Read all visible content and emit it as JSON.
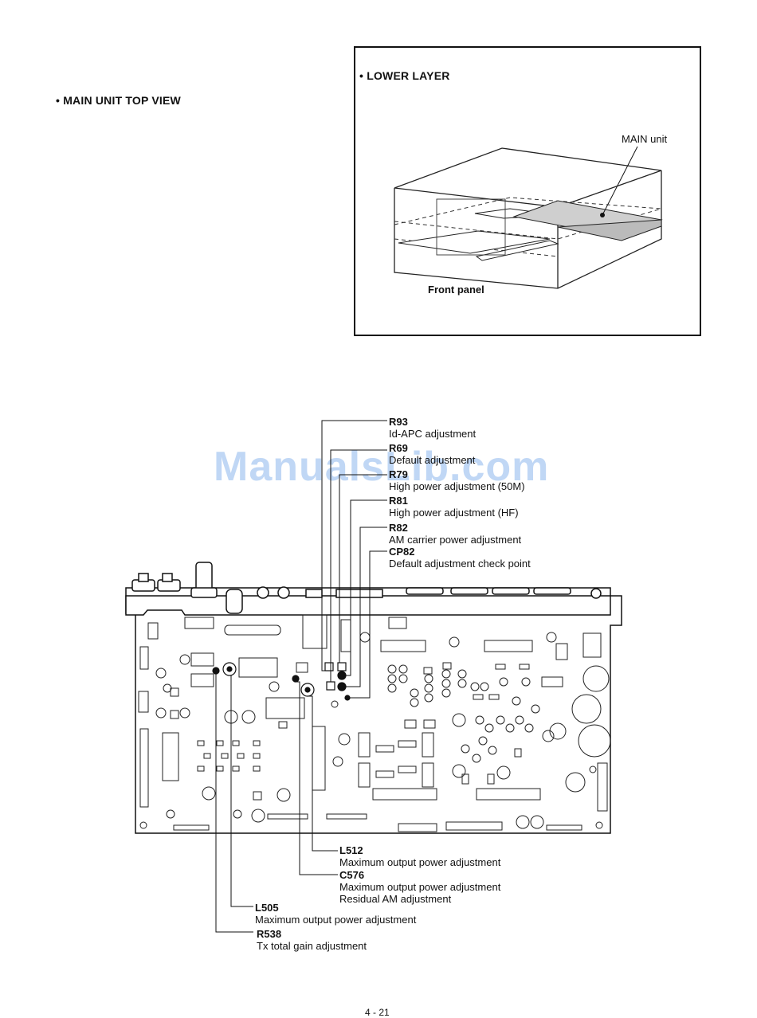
{
  "headings": {
    "main_unit_top_view": "• MAIN UNIT TOP VIEW",
    "lower_layer": "• LOWER LAYER"
  },
  "inset": {
    "main_unit_label": "MAIN unit",
    "front_panel_label": "Front panel"
  },
  "callouts_top": [
    {
      "ref": "R93",
      "desc": "Id-APC adjustment"
    },
    {
      "ref": "R69",
      "desc": "Default adjustment"
    },
    {
      "ref": "R79",
      "desc": "High power adjustment (50M)"
    },
    {
      "ref": "R81",
      "desc": "High power adjustment (HF)"
    },
    {
      "ref": "R82",
      "desc": "AM carrier power adjustment"
    },
    {
      "ref": "CP82",
      "desc": "Default adjustment check point"
    }
  ],
  "callouts_bottom": [
    {
      "ref": "L512",
      "desc": "Maximum output power adjustment"
    },
    {
      "ref": "C576",
      "desc": "Maximum output power adjustment",
      "desc2": "Residual AM adjustment"
    },
    {
      "ref": "L505",
      "desc": "Maximum output power adjustment"
    },
    {
      "ref": "R538",
      "desc": "Tx total gain adjustment"
    }
  ],
  "watermark": "ManualsLib.com",
  "page_number": "4 - 21"
}
